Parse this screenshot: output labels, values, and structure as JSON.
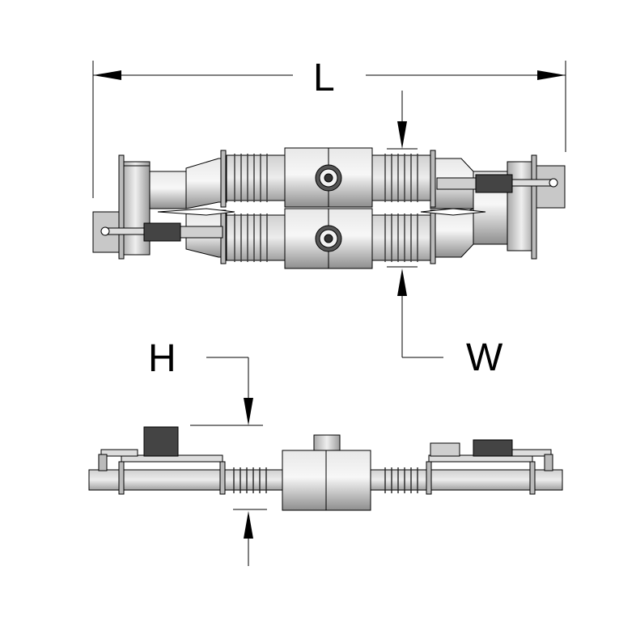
{
  "dimensions": {
    "length_label": "L",
    "width_label": "W",
    "height_label": "H"
  },
  "colors": {
    "line": "#000000",
    "metal_light": "#e6e6e6",
    "metal_mid": "#bdbdbd",
    "metal_dark": "#8c8c8c",
    "background": "#ffffff"
  }
}
